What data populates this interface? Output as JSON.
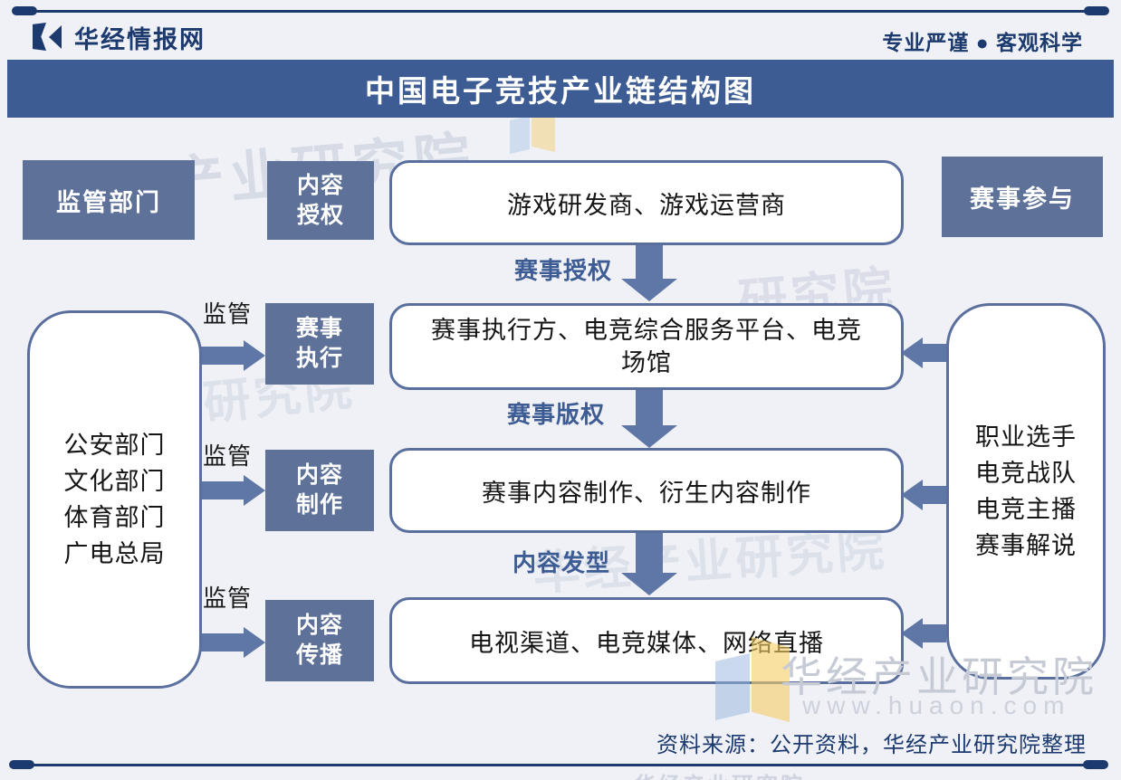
{
  "header": {
    "brand": "华经情报网",
    "tagline": "专业严谨 ● 客观科学"
  },
  "title": "中国电子竞技产业链结构图",
  "diagram": {
    "regulator_box": "监管部门",
    "regulators": [
      "公安部门",
      "文化部门",
      "体育部门",
      "广电总局"
    ],
    "supervision_label": "监管",
    "link_boxes": [
      "内容授权",
      "赛事执行",
      "内容制作",
      "内容传播"
    ],
    "chain_boxes": [
      "游戏研发商、游戏运营商",
      "赛事执行方、电竞综合服务平台、电竞场馆",
      "赛事内容制作、衍生内容制作",
      "电视渠道、电竞媒体、网络直播"
    ],
    "flow_labels": [
      "赛事授权",
      "赛事版权",
      "内容发型"
    ],
    "participation_box": "赛事参与",
    "participants": [
      "职业选手",
      "电竞战队",
      "电竞主播",
      "赛事解说"
    ]
  },
  "watermark": {
    "brand": "华经产业研究院",
    "url": "www.huaon.com",
    "ghosts": [
      "产业研究院",
      "研究院",
      "业研究院",
      "华经产业研究院",
      "华经产业研究院"
    ]
  },
  "footer": {
    "source": "资料来源：公开资料，华经产业研究院整理"
  },
  "colors": {
    "navy": "#1c3a6e",
    "title_bar": "#3e5c94",
    "slate_box": "#5e7199",
    "box_border": "#5a6f9e",
    "arrow": "#5e77a6",
    "flow_label": "#3e5c94",
    "background": "#eff1f7",
    "watermark_yellow": "#f0cc74",
    "watermark_blue": "#9db8dc"
  }
}
